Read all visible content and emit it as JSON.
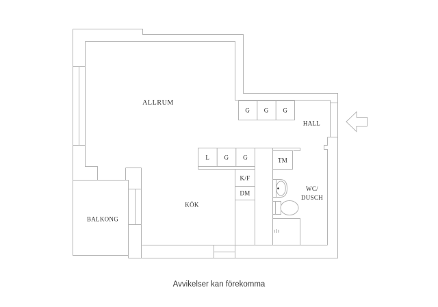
{
  "colors": {
    "background": "#ffffff",
    "line": "#b4b4b4",
    "line_dark": "#a6a6a6",
    "text": "#2f2f2f",
    "caption": "#3a3a3a"
  },
  "plan": {
    "rooms": {
      "allrum": "ALLRUM",
      "hall": "HALL",
      "kok": "KÖK",
      "balkong": "BALKONG",
      "wc_line1": "WC/",
      "wc_line2": "DUSCH"
    },
    "cabinets": {
      "wardrobe": [
        "G",
        "G",
        "G"
      ],
      "kitchen_row": [
        "L",
        "G",
        "G"
      ],
      "tm": "TM",
      "kf": "K/F",
      "dm": "DM"
    }
  },
  "caption": "Avvikelser kan förekomma"
}
